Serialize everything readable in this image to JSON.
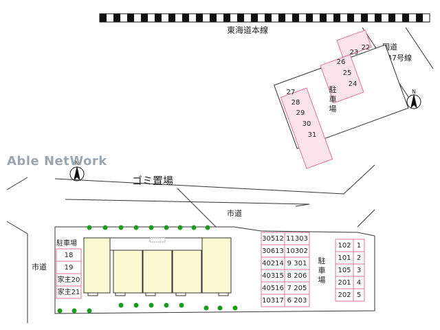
{
  "watermark": "Able NetWork",
  "railway_label": "東海道本線",
  "route_label_1": "国道",
  "route_label_2": "247号線",
  "city_road_top": "市道",
  "city_road_left": "市道",
  "garbage_label": "ゴミ置場",
  "lot_top_label": "駐車場",
  "lot_left_label": "駐車場",
  "lot_right_label": "駐車場",
  "north_label": "N",
  "top_lot_spaces": [
    "23",
    "22",
    "26",
    "25",
    "24",
    "27",
    "28",
    "29",
    "30",
    "31"
  ],
  "left_lot_spaces": [
    "18",
    "19",
    "家主20",
    "家主21"
  ],
  "middle_lot_rows": [
    [
      "30512",
      "11303"
    ],
    [
      "30613",
      "10302"
    ],
    [
      "40214",
      "9",
      "301"
    ],
    [
      "40315",
      "8",
      "206"
    ],
    [
      "40516",
      "7",
      "205"
    ],
    [
      "10317",
      "6",
      "203"
    ]
  ],
  "right_lot_rows": [
    [
      "102",
      "1"
    ],
    [
      "101",
      "2"
    ],
    [
      "105",
      "3"
    ],
    [
      "201",
      "4"
    ],
    [
      "202",
      "5"
    ]
  ],
  "colors": {
    "slot_border": "#e0709a",
    "building_fill": "#fafad2",
    "tree": "#1d9a1d",
    "watermark": "#9aa6b2"
  }
}
